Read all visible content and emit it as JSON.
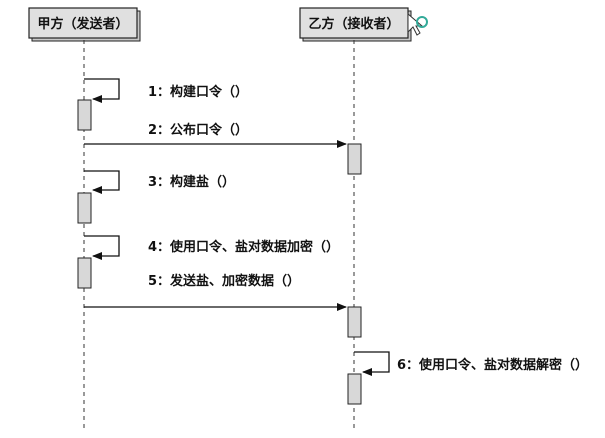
{
  "participants": [
    {
      "name": "甲方（发送者）"
    },
    {
      "name": "乙方（接收者）"
    }
  ],
  "messages": [
    {
      "label": "1：构建口令（）"
    },
    {
      "label": "2：公布口令（）"
    },
    {
      "label": "3：构建盐（）"
    },
    {
      "label": "4：使用口令、盐对数据加密（）"
    },
    {
      "label": "5：发送盐、加密数据（）"
    },
    {
      "label": "6：使用口令、盐对数据解密（）"
    }
  ]
}
